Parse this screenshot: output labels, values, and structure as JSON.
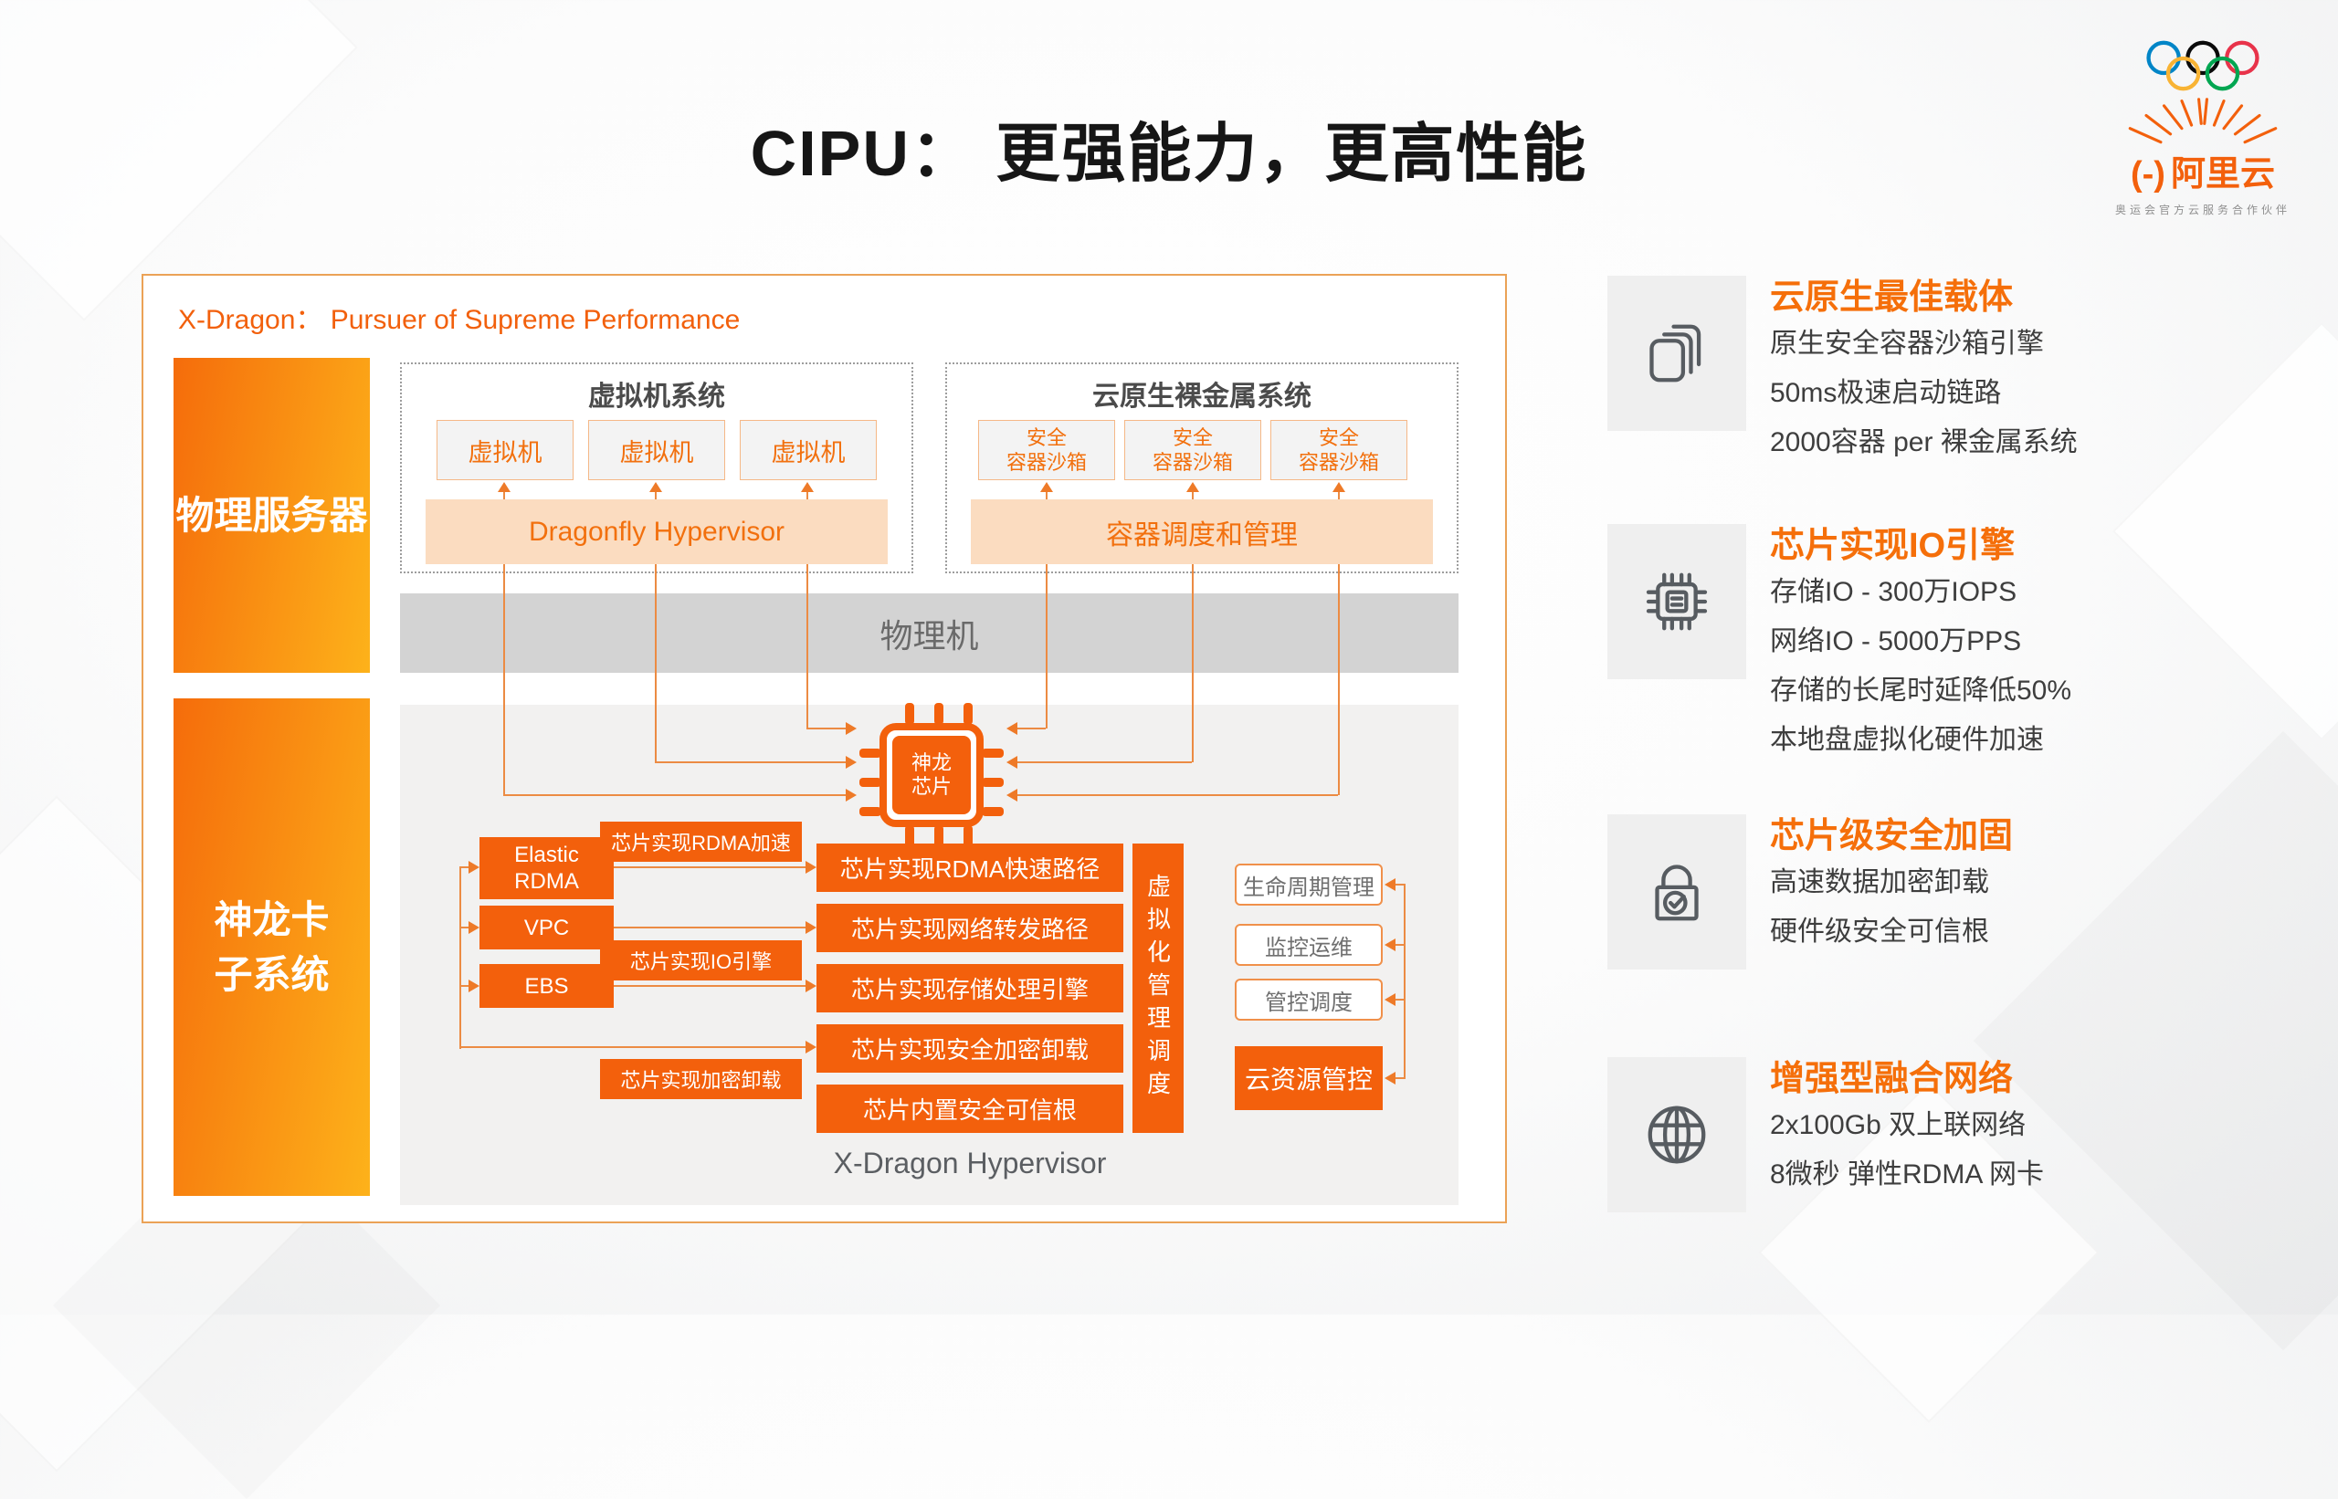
{
  "slide": {
    "title": "CIPU：  更强能力，更高性能"
  },
  "logo": {
    "brand_prefix": "(-)",
    "brand_name": "阿里云",
    "tagline": "奥运会官方云服务合作伙伴"
  },
  "diagram": {
    "heading": "X-Dragon： Pursuer of Supreme Performance",
    "left_labels": {
      "top": "物理服务器",
      "bottom_line1": "神龙卡",
      "bottom_line2": "子系统"
    },
    "vm_system": {
      "title": "虚拟机系统",
      "nodes": [
        "虚拟机",
        "虚拟机",
        "虚拟机"
      ],
      "bar": "Dragonfly Hypervisor"
    },
    "bm_system": {
      "title": "云原生裸金属系统",
      "node_line1": "安全",
      "node_line2": "容器沙箱",
      "bar": "容器调度和管理"
    },
    "physical_machine": "物理机",
    "chip": {
      "line1": "神龙",
      "line2": "芯片"
    },
    "services": [
      {
        "line1": "Elastic",
        "line2": "RDMA"
      },
      {
        "line1": "VPC"
      },
      {
        "line1": "EBS"
      }
    ],
    "chip_tags": [
      "芯片实现RDMA加速",
      "芯片实现IO引擎",
      "芯片实现加密卸载"
    ],
    "engine_bars": [
      "芯片实现RDMA快速路径",
      "芯片实现网络转发路径",
      "芯片实现存储处理引擎",
      "芯片实现安全加密卸载",
      "芯片内置安全可信根"
    ],
    "scheduler_bar": "虚拟化管理调度",
    "mgmt_boxes": [
      "生命周期管理",
      "监控运维",
      "管控调度"
    ],
    "mgmt_solid": "云资源管控",
    "caption": "X-Dragon Hypervisor"
  },
  "features": [
    {
      "icon": "stacked-containers-icon",
      "title": "云原生最佳载体",
      "lines": [
        "原生安全容器沙箱引擎",
        "50ms极速启动链路",
        "2000容器 per 裸金属系统"
      ]
    },
    {
      "icon": "chip-icon",
      "title": "芯片实现IO引擎",
      "lines": [
        "存储IO - 300万IOPS",
        "网络IO - 5000万PPS",
        "存储的长尾时延降低50%",
        "本地盘虚拟化硬件加速"
      ]
    },
    {
      "icon": "lock-check-icon",
      "title": "芯片级安全加固",
      "lines": [
        "高速数据加密卸载",
        "硬件级安全可信根"
      ]
    },
    {
      "icon": "globe-icon",
      "title": "增强型融合网络",
      "lines": [
        "2x100Gb 双上联网络",
        "8微秒 弹性RDMA 网卡"
      ]
    }
  ],
  "colors": {
    "accent": "#F3600C",
    "accent_soft": "#FBDCC0",
    "connector": "#EC8B43",
    "gradient_start": "#F56C0B",
    "gradient_end": "#FDB21A",
    "feature_title": "#F56F0A"
  }
}
